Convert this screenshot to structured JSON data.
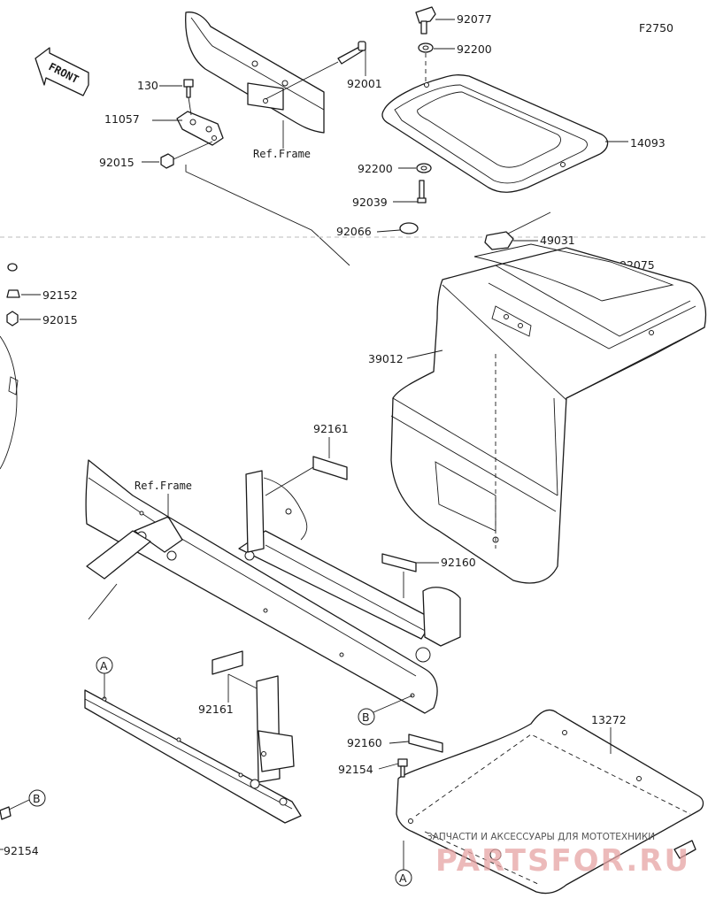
{
  "diagram": {
    "figure_code": "F2750",
    "front_label": "FRONT",
    "ref_frame_label": "Ref.Frame",
    "callouts": {
      "p92077": "92077",
      "p92200a": "92200",
      "p92001": "92001",
      "p130": "130",
      "p11057": "11057",
      "p92015a": "92015",
      "p14093": "14093",
      "p92200b": "92200",
      "p92039": "92039",
      "p92066": "92066",
      "p49031": "49031",
      "p92075": "92075",
      "p92152": "92152",
      "p92015b": "92015",
      "p39012": "39012",
      "p92161a": "92161",
      "p92160a": "92160",
      "p92161b": "92161",
      "p13272": "13272",
      "p92160b": "92160",
      "p92154a": "92154",
      "p92154b": "92154"
    },
    "markers": {
      "a": "A",
      "b": "B"
    }
  },
  "watermark": {
    "subtitle": "ЗАПЧАСТИ И АКСЕССУАРЫ ДЛЯ МОТОТЕХНИКИ",
    "logo": "PARTSFOR.RU"
  }
}
